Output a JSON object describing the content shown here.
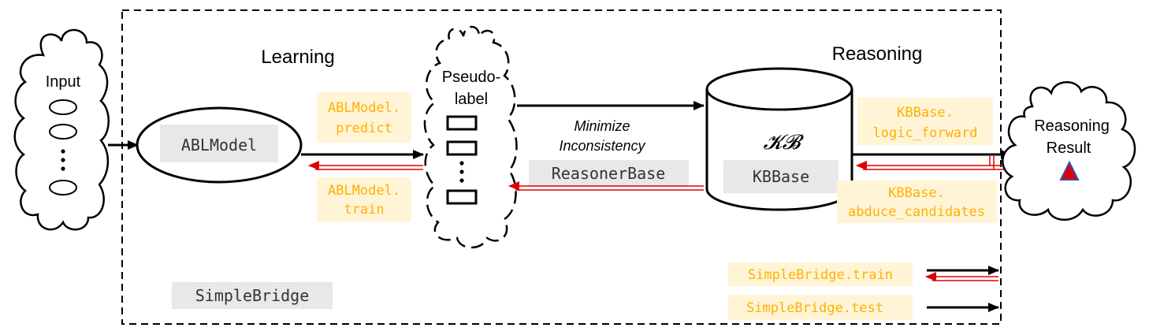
{
  "sections": {
    "learning": "Learning",
    "reasoning": "Reasoning"
  },
  "input": {
    "label": "Input"
  },
  "pseudo_label": {
    "line1": "Pseudo-",
    "line2": "label"
  },
  "result": {
    "line1": "Reasoning",
    "line2": "Result"
  },
  "kb": {
    "symbol": "𝓚𝓑"
  },
  "tags": {
    "abl_model": "ABLModel",
    "reasoner_base": "ReasonerBase",
    "kb_base": "KBBase",
    "simple_bridge": "SimpleBridge"
  },
  "method_labels": {
    "predict": {
      "line1": "ABLModel.",
      "line2": "predict"
    },
    "train": {
      "line1": "ABLModel.",
      "line2": "train"
    },
    "logic_forward": {
      "line1": "KBBase.",
      "line2": "logic_forward"
    },
    "abduce_candidates": {
      "line1": "KBBase.",
      "line2": "abduce_candidates"
    }
  },
  "minimize": {
    "line1": "Minimize",
    "line2": "Inconsistency"
  },
  "legend": {
    "train": "SimpleBridge.train",
    "test": "SimpleBridge.test"
  },
  "colors": {
    "method_bg": "#fff4d6",
    "method_text": "#ffb000",
    "tag_bg": "#e8e8e8",
    "tag_text": "#333333",
    "red": "#e00000",
    "triangle_fill": "#e00000",
    "triangle_stroke": "#3050b0"
  }
}
